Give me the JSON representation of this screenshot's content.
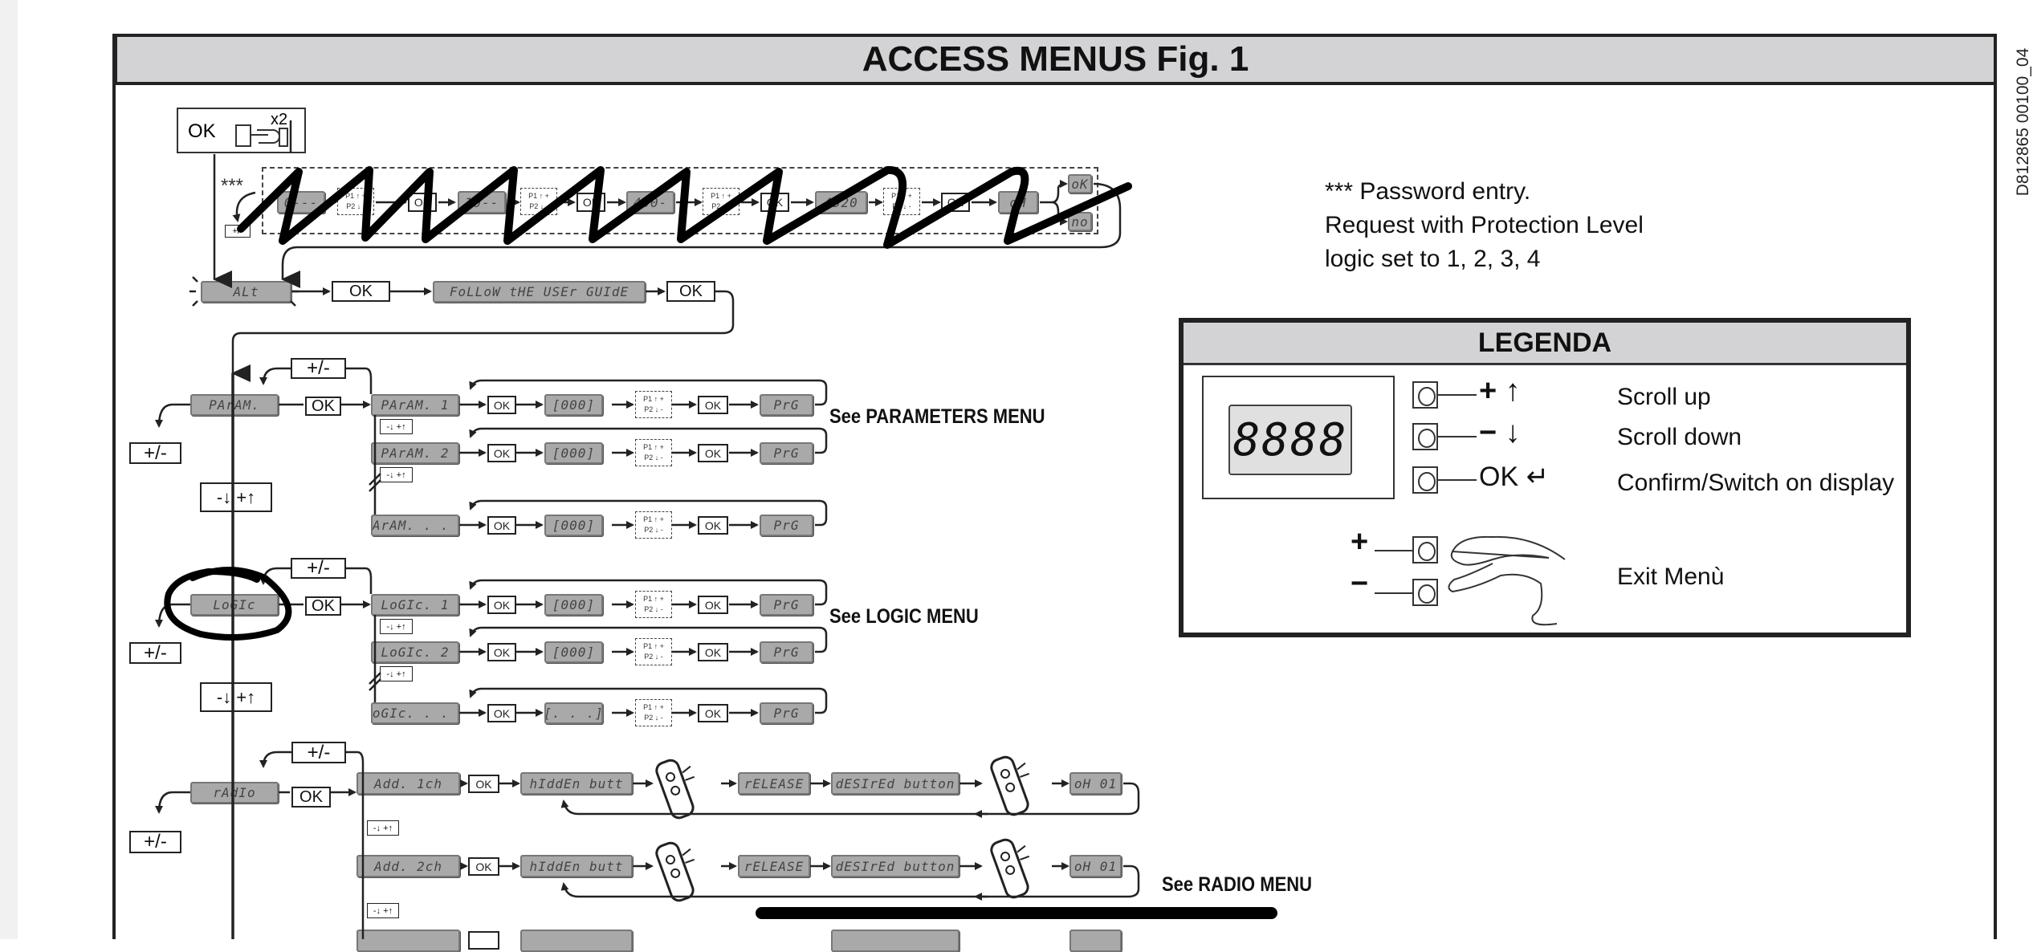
{
  "title": "ACCESS MENUS Fig. 1",
  "doc_code": "D812865 00100_04",
  "entry": {
    "ok": "OK",
    "multiplier": "x2",
    "stars": "***",
    "plusminus": "+/-"
  },
  "password_sequence": {
    "ok_label": "OK",
    "displays": [
      "0---",
      "10--",
      "450-",
      "4520",
      "oH"
    ],
    "results": [
      "oK",
      "no"
    ],
    "p1": "P1",
    "p2": "P2"
  },
  "password_note": {
    "line1": "*** Password entry.",
    "line2": "Request with Protection Level",
    "line3": "logic set to 1, 2, 3, 4"
  },
  "alarm_row": {
    "display": "ALt",
    "ok": "OK",
    "guide": "FoLLoW tHE USEr GUIdE",
    "ok2": "OK"
  },
  "common": {
    "ok": "OK",
    "plusminus": "+/-",
    "nav": "-↓ +↑",
    "prg": "PrG",
    "p1": "P1 ↑ +",
    "p2": "P2 ↓ -"
  },
  "menus": {
    "parameters": {
      "display": "PArAM.",
      "rows": [
        {
          "label": "PArAM. 1",
          "value": "[000]"
        },
        {
          "label": "PArAM. 2",
          "value": "[000]"
        },
        {
          "label": "PArAM. . . .",
          "value": "[000]"
        }
      ],
      "see": "See PARAMETERS MENU"
    },
    "logic": {
      "display": "LoGIc",
      "rows": [
        {
          "label": "LoGIc. 1",
          "value": "[000]"
        },
        {
          "label": "LoGIc. 2",
          "value": "[000]"
        },
        {
          "label": "LoGIc. . . .",
          "value": "[. . .]"
        }
      ],
      "see": "See LOGIC MENU"
    },
    "radio": {
      "display": "rAdIo",
      "rows": [
        {
          "label": "Add. 1ch",
          "hidden": "hIddEn butt",
          "release": "rELEASE",
          "desired": "dESIrEd button",
          "result": "oH 01"
        },
        {
          "label": "Add. 2ch",
          "hidden": "hIddEn butt",
          "release": "rELEASE",
          "desired": "dESIrEd button",
          "result": "oH 01"
        }
      ],
      "see": "See RADIO MENU"
    }
  },
  "legend": {
    "title": "LEGENDA",
    "display": "8888",
    "items": [
      {
        "symbol": "+ ↑",
        "label": "Scroll up"
      },
      {
        "symbol": "− ↓",
        "label": "Scroll down"
      },
      {
        "symbol": "OK ↵",
        "label": "Confirm/Switch on display"
      }
    ],
    "exit": {
      "plus": "+",
      "minus": "−",
      "label": "Exit Menù"
    }
  },
  "annotations": {
    "ink_color": "#000000"
  }
}
